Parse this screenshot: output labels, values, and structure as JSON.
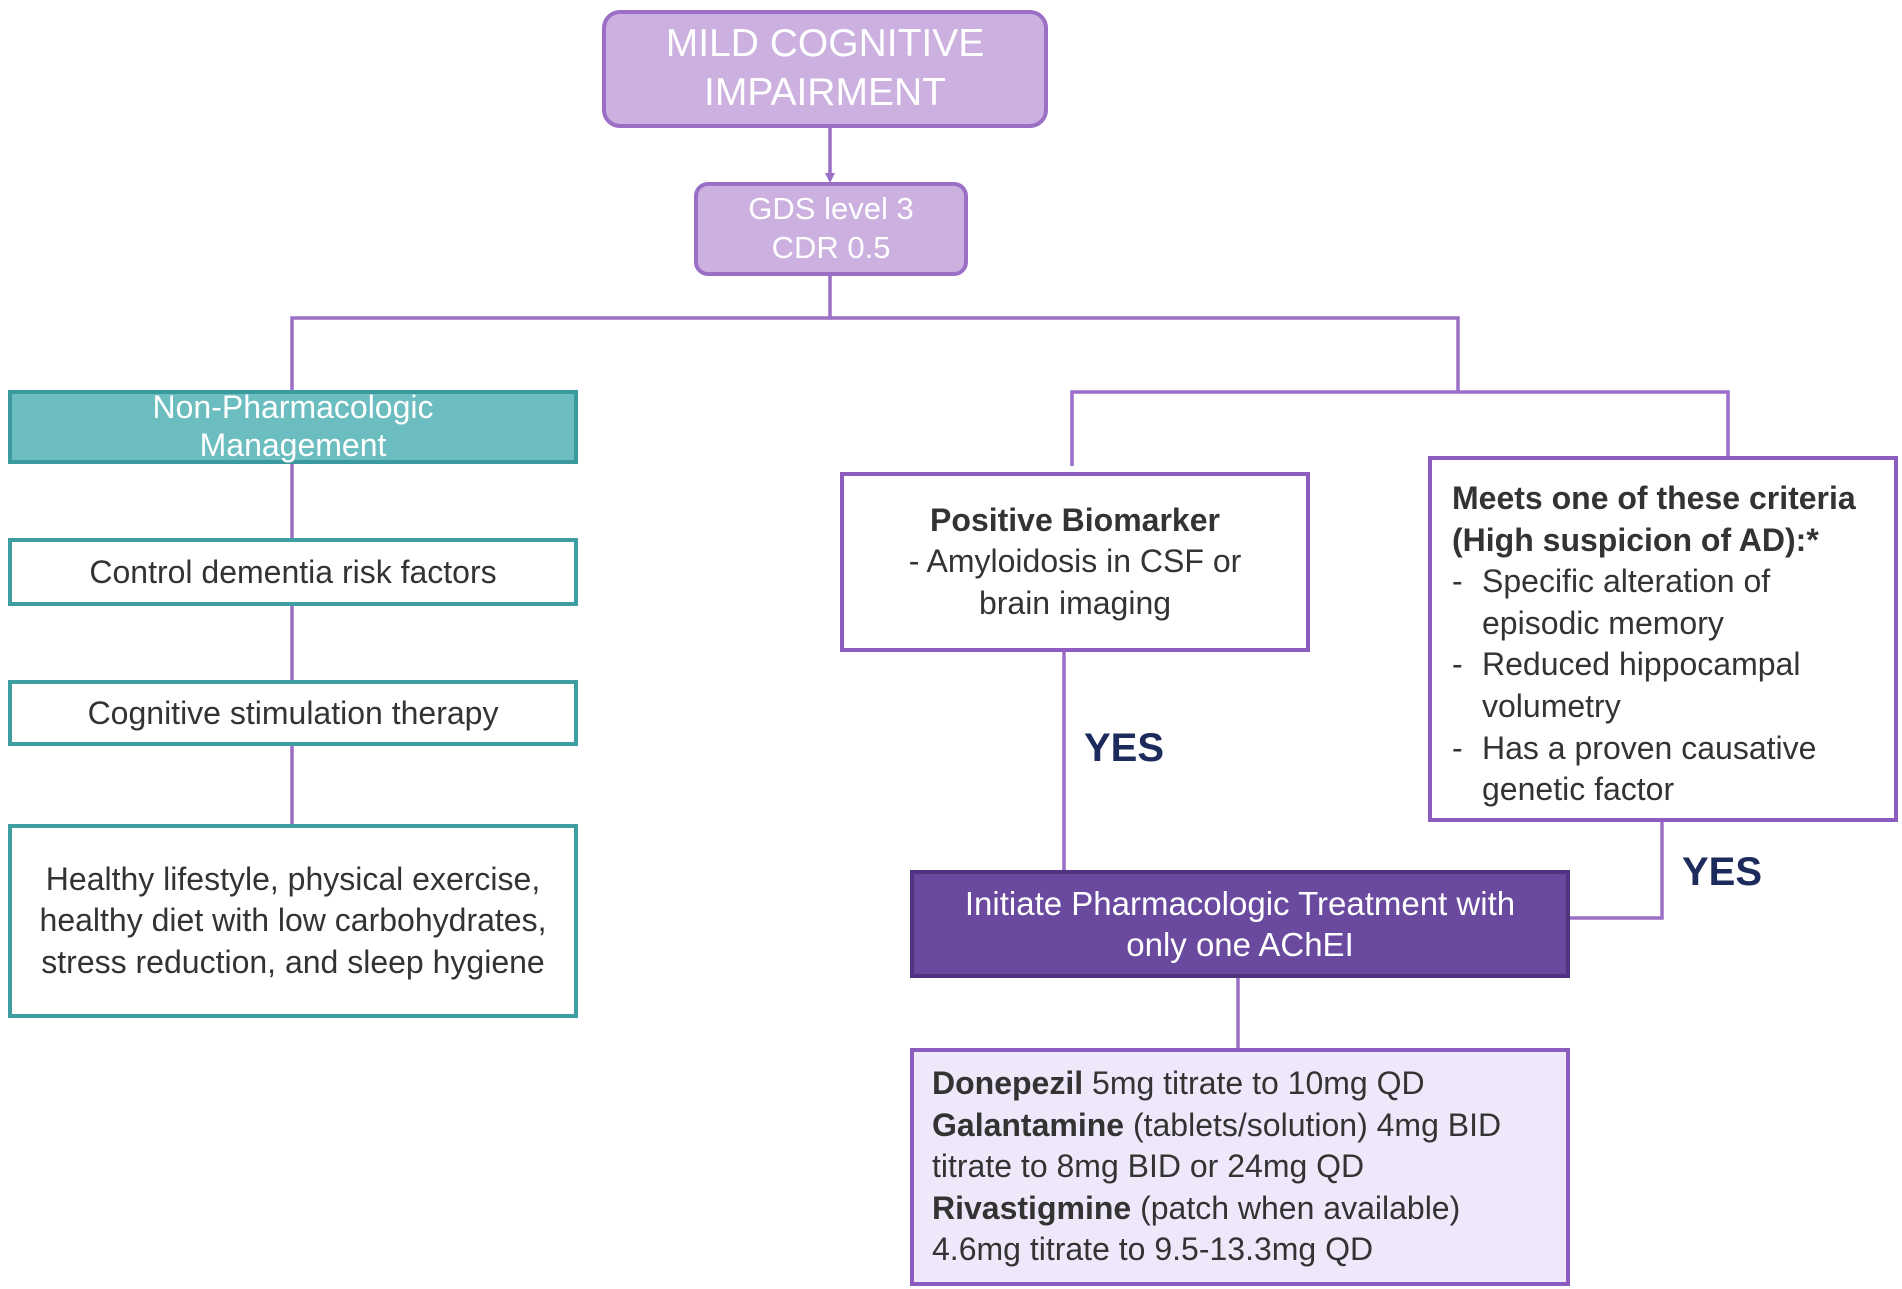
{
  "colors": {
    "connector": "#9b6fc6",
    "top_fill": "#cbb0e0",
    "teal_fill": "#6bbdc0",
    "teal_border": "#3e9ea1",
    "dark_purple": "#6a4a9e",
    "light_purple": "#efe8fa",
    "yes_text": "#1c2a5c"
  },
  "top": {
    "line1": "MILD COGNITIVE",
    "line2": "IMPAIRMENT"
  },
  "gds": {
    "line1": "GDS level 3",
    "line2": "CDR 0.5"
  },
  "non_pharm": {
    "title_line1": "Non-Pharmacologic",
    "title_line2": "Management",
    "items": [
      "Control dementia risk factors",
      "Cognitive stimulation therapy",
      "Healthy lifestyle, physical exercise, healthy diet with low carbohydrates, stress reduction, and sleep hygiene"
    ]
  },
  "biomarker": {
    "title": "Positive Biomarker",
    "line2": "- Amyloidosis in CSF or",
    "line3": "brain imaging"
  },
  "criteria": {
    "title": "Meets one of these criteria (High suspicion of AD):*",
    "dash": "-",
    "items": [
      "Specific alteration of episodic memory",
      "Reduced hippocampal volumetry",
      "Has a proven causative genetic factor"
    ]
  },
  "yes_labels": [
    "YES",
    "YES"
  ],
  "initiate": {
    "line1": "Initiate Pharmacologic Treatment with",
    "line2": "only one AChEI"
  },
  "drugs": [
    {
      "name": "Donepezil",
      "detail": " 5mg titrate to 10mg QD"
    },
    {
      "name": "Galantamine",
      "detail": " (tablets/solution) 4mg BID titrate to 8mg BID or 24mg QD"
    },
    {
      "name": "Rivastigmine",
      "detail": " (patch when available) 4.6mg titrate to 9.5-13.3mg QD"
    }
  ]
}
